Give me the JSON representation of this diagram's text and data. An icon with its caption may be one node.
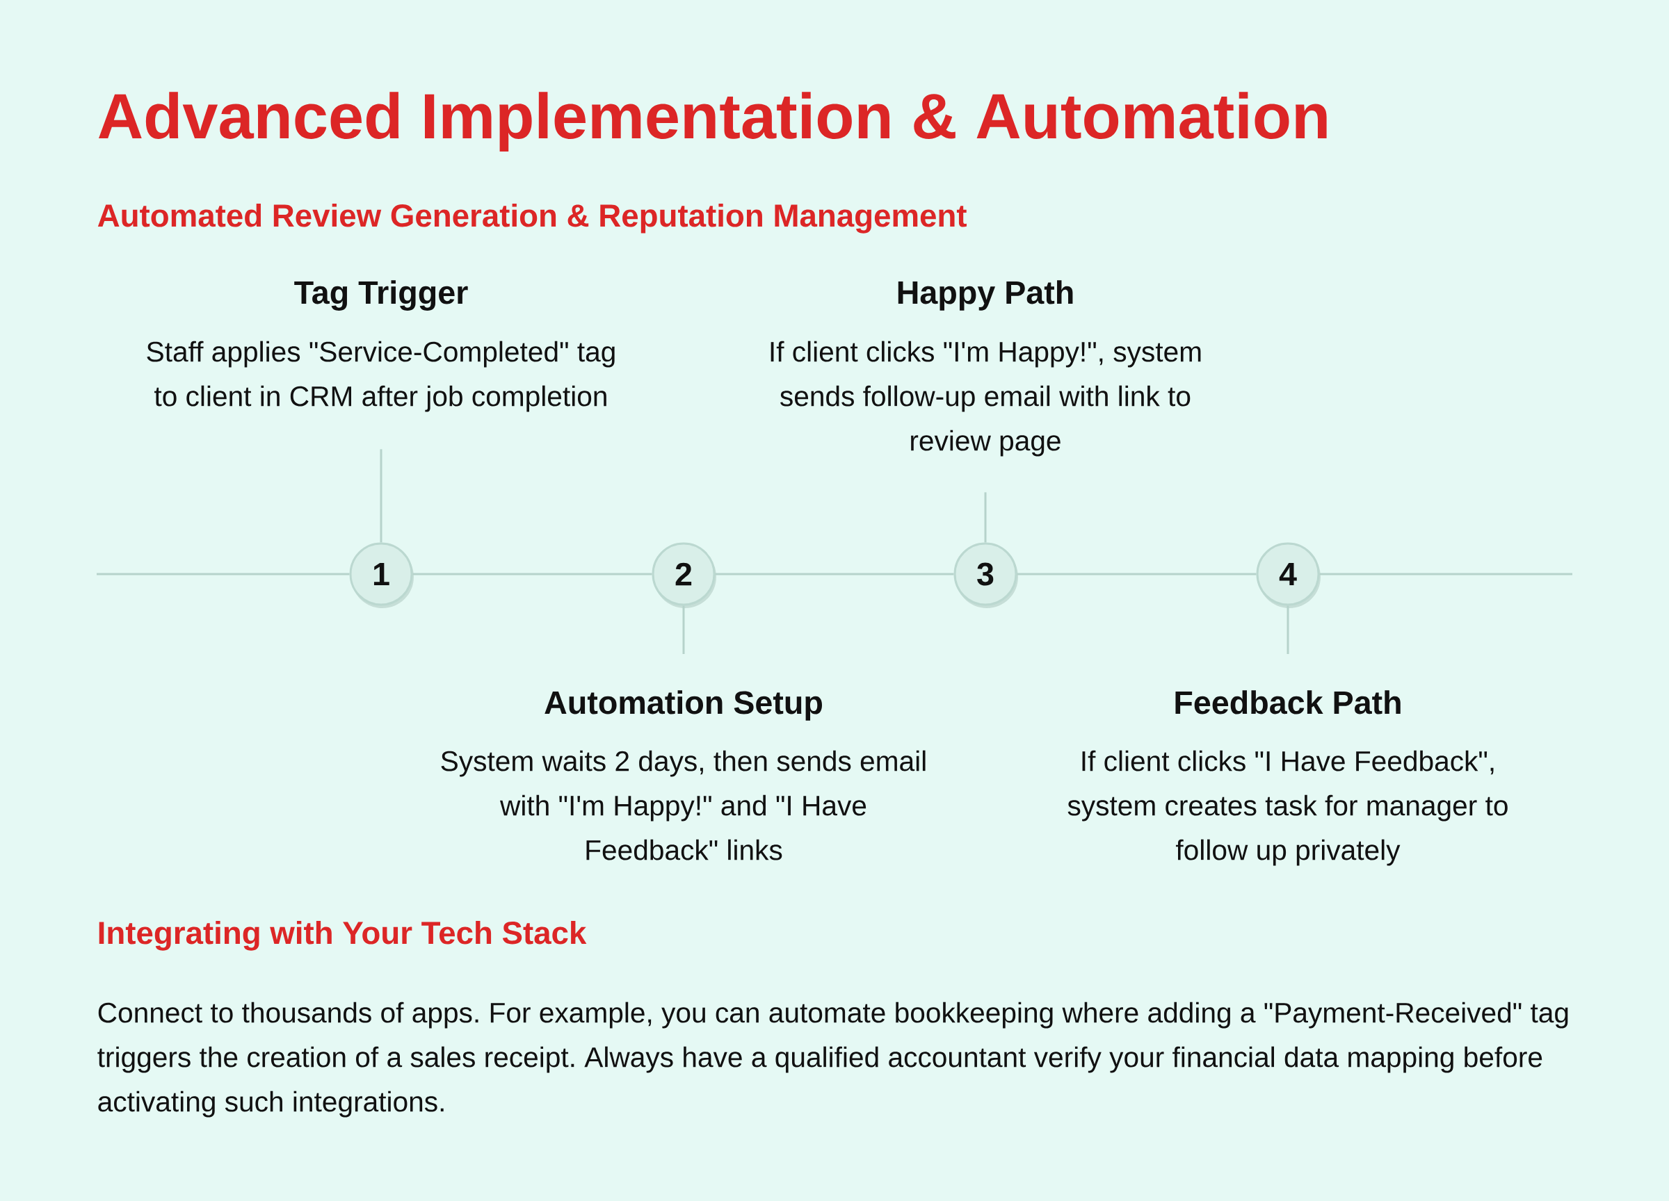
{
  "diagram": {
    "title": "Advanced Implementation & Automation",
    "nodes": [
      {
        "text": [
          "Tag Trigger",
          "Staff applies \"Service-Completed\" tag to client in CRM after job completion"
        ]
      },
      {
        "text": [
          "Happy Path",
          "If client clicks \"I'm Happy!\", system sends follow-up email with link to review page"
        ]
      },
      {
        "text": [
          "1"
        ]
      },
      {
        "text": [
          "2"
        ]
      },
      {
        "text": [
          "3"
        ]
      },
      {
        "text": [
          "4"
        ]
      },
      {
        "text": [
          "Automation Setup",
          "System waits 2 days, then sends email with \"I'm Happy!\" and \"I Have Feedback\" links"
        ]
      },
      {
        "text": [
          "Feedback Path",
          "If client clicks \"I Have Feedback\", system creates task for manager to follow up privately"
        ]
      }
    ],
    "edges": [
      {
        "from": null,
        "to": 2,
        "arrow": "none"
      },
      {
        "from": 2,
        "to": 3,
        "arrow": "none"
      },
      {
        "from": 3,
        "to": 4,
        "arrow": "none"
      },
      {
        "from": 4,
        "to": 5,
        "arrow": "none"
      },
      {
        "from": 5,
        "to": null,
        "arrow": "none"
      },
      {
        "from": 0,
        "to": 2,
        "arrow": "none"
      },
      {
        "from": 1,
        "to": 4,
        "arrow": "none"
      },
      {
        "from": 3,
        "to": 6,
        "arrow": "none"
      },
      {
        "from": 5,
        "to": 7,
        "arrow": "none"
      }
    ],
    "labels": [
      "Automated Review Generation & Reputation Management",
      "Integrating with Your Tech Stack",
      "Connect to thousands of apps. For example, you can automate bookkeeping where adding a \"Payment-Received\" tag triggers the creation of a sales receipt. Always have a qualified accountant verify your financial data mapping before activating such integrations."
    ]
  }
}
